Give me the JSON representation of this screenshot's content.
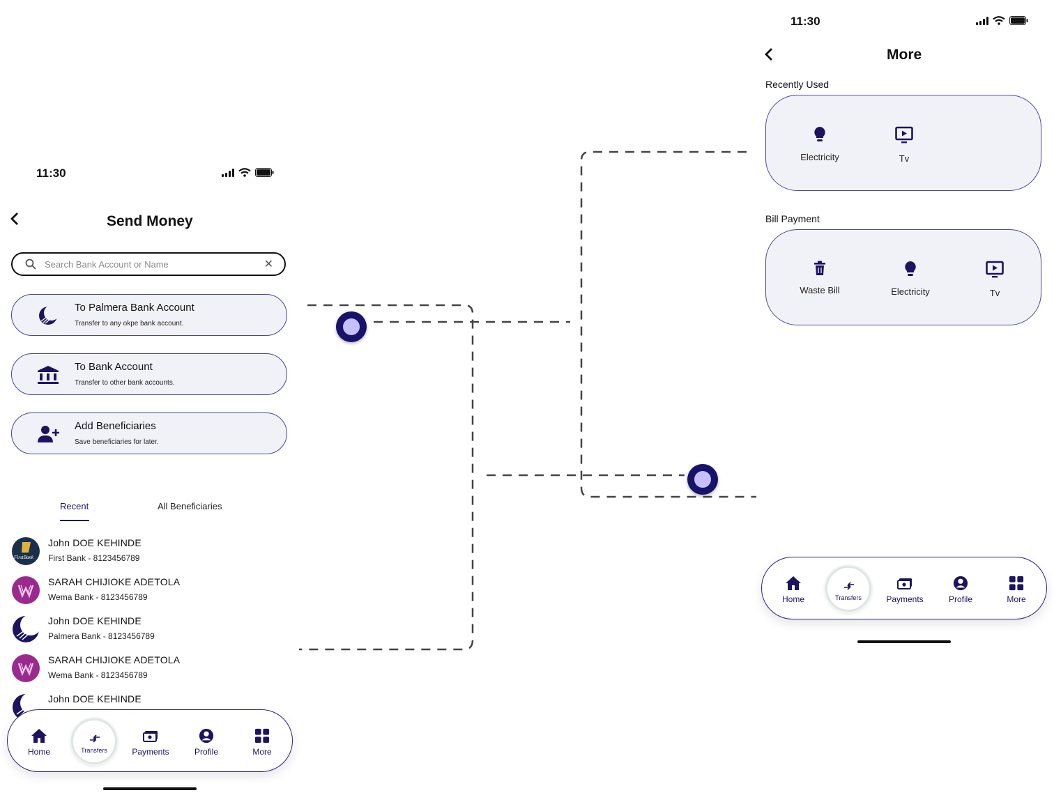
{
  "send_money": {
    "status_time": "11:30",
    "title": "Send Money",
    "search": {
      "placeholder": "Search Bank Account or Name"
    },
    "options": [
      {
        "title": "To Palmera Bank Account",
        "subtitle": "Transfer to any okpe bank account.",
        "icon": "palmera-logo-icon"
      },
      {
        "title": "To Bank Account",
        "subtitle": "Transfer to other bank accounts.",
        "icon": "bank-icon"
      },
      {
        "title": "Add Beneficiaries",
        "subtitle": "Save beneficiaries for later.",
        "icon": "add-user-icon"
      }
    ],
    "tabs": [
      {
        "label": "Recent",
        "active": true
      },
      {
        "label": "All Beneficiaries",
        "active": false
      }
    ],
    "beneficiaries": [
      {
        "name": "John DOE KEHINDE",
        "bank": "First Bank  - 8123456789",
        "logo": "firstbank-logo"
      },
      {
        "name": "SARAH CHIJIOKE ADETOLA",
        "bank": "Wema Bank - 8123456789",
        "logo": "wema-logo"
      },
      {
        "name": "John DOE KEHINDE",
        "bank": "Palmera Bank  - 8123456789",
        "logo": "palmera-logo"
      },
      {
        "name": "SARAH CHIJIOKE ADETOLA",
        "bank": "Wema Bank - 8123456789",
        "logo": "wema-logo"
      },
      {
        "name": "John DOE KEHINDE",
        "bank": "",
        "logo": "palmera-logo"
      }
    ],
    "firstbank_logo_text": "FirstBank"
  },
  "more": {
    "status_time": "11:30",
    "title": "More",
    "recently_used_label": "Recently Used",
    "recently_used": [
      {
        "label": "Electricity",
        "icon": "lightbulb-icon"
      },
      {
        "label": "Tv",
        "icon": "tv-icon"
      }
    ],
    "bill_payment_label": "Bill Payment",
    "bill_payment": [
      {
        "label": "Waste Bill",
        "icon": "trash-icon"
      },
      {
        "label": "Electricity",
        "icon": "lightbulb-icon"
      },
      {
        "label": "Tv",
        "icon": "tv-icon"
      }
    ]
  },
  "nav": {
    "home": "Home",
    "transfers": "Transfers",
    "payments": "Payments",
    "profile": "Profile",
    "more": "More"
  },
  "colors": {
    "primary": "#1c1460",
    "card_bg": "#f1f1f8",
    "card_border": "#4a4690",
    "node_inner": "#c5bffb",
    "wema": "#9b2a8f"
  }
}
